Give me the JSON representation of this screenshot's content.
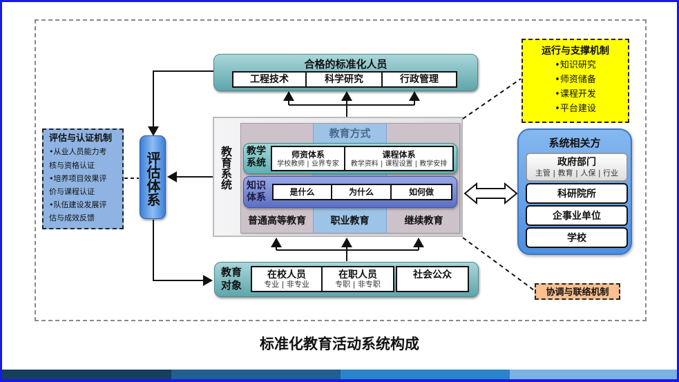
{
  "title": "标准化教育活动系统构成",
  "qualified_personnel": {
    "title": "合格的标准化人员",
    "items": [
      "工程技术",
      "科学研究",
      "行政管理"
    ]
  },
  "education_system": {
    "label": "教育系统",
    "mode_header": "教育方式",
    "teaching_system": {
      "label": "教学系统",
      "cells": [
        {
          "title": "师资体系",
          "sub": "学校教师 | 业界专家"
        },
        {
          "title": "课程体系",
          "sub": "教学资料 | 课程设置 | 教学安排"
        }
      ]
    },
    "knowledge_system": {
      "label": "知识体系",
      "cells": [
        "是什么",
        "为什么",
        "如何做"
      ]
    },
    "education_types": [
      "普通高等教育",
      "职业教育",
      "继续教育"
    ]
  },
  "education_targets": {
    "label": "教育对象",
    "cells": [
      {
        "title": "在校人员",
        "sub": "专业 | 非专业"
      },
      {
        "title": "在职人员",
        "sub": "专职 | 非专职"
      },
      {
        "title": "社会公众",
        "sub": ""
      }
    ]
  },
  "evaluation_system": {
    "label": "评估体系"
  },
  "evaluation_mechanism": {
    "title": "评估与认证机制",
    "lines": [
      "•从业人员能力考",
      "核与资格认证",
      "•培养项目效果评",
      "价与课程认证",
      "•队伍建设发展评",
      "估与成效反馈"
    ]
  },
  "support_mechanism": {
    "title": "运行与支撑机制",
    "items": [
      "•知识研究",
      "•师资储备",
      "•课程开发",
      "•平台建设"
    ]
  },
  "stakeholders": {
    "title": "系统相关方",
    "items": [
      {
        "title": "政府部门",
        "sub": "主管 | 教育 | 人保 | 行业"
      },
      {
        "title": "科研院所",
        "sub": ""
      },
      {
        "title": "企事业单位",
        "sub": ""
      },
      {
        "title": "学校",
        "sub": ""
      }
    ]
  },
  "coordination_mechanism": {
    "title": "协调与联络机制"
  },
  "colors": {
    "teal": "#5fa6ab",
    "purple_blue": "#6f7fd0",
    "yellow": "#ffff00",
    "light_blue": "#8fb4e3",
    "orange": "#fac08f",
    "footer": [
      "#163e5e",
      "#1f5f91",
      "#2a84cc",
      "#79b2e3"
    ]
  }
}
